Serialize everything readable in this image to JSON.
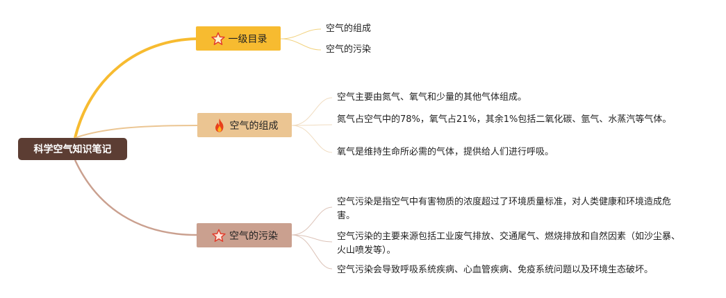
{
  "root": {
    "label": "科学空气知识笔记"
  },
  "branches": [
    {
      "label": "一级目录",
      "icon": "star-icon",
      "color": "#f7bb30",
      "leaves": [
        "空气的组成",
        "空气的污染"
      ]
    },
    {
      "label": "空气的组成",
      "icon": "fire-icon",
      "color": "#ebc592",
      "leaves": [
        "空气主要由氮气、氧气和少量的其他气体组成。",
        "氮气占空气中的78%，氧气占21%，其余1%包括二氧化碳、氩气、水蒸汽等气体。",
        "氧气是维持生命所必需的气体，提供给人们进行呼吸。"
      ]
    },
    {
      "label": "空气的污染",
      "icon": "star-icon",
      "color": "#caa08f",
      "leaves": [
        "空气污染是指空气中有害物质的浓度超过了环境质量标准，对人类健康和环境造成危害。",
        "空气污染的主要来源包括工业废气排放、交通尾气、燃烧排放和自然因素（如沙尘暴、火山喷发等）。",
        "空气污染会导致呼吸系统疾病、心血管疾病、免疫系统问题以及环境生态破坏。"
      ]
    }
  ]
}
